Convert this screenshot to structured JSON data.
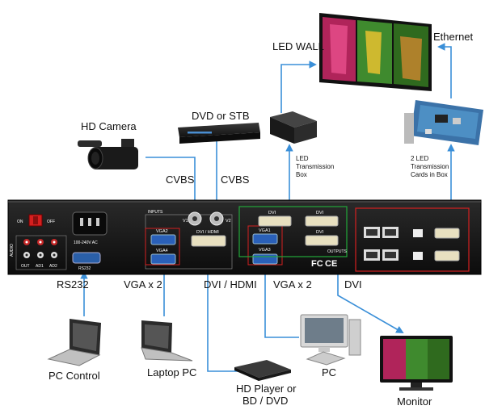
{
  "labels": {
    "led_wall": "LED WALL",
    "ethernet": "Ethernet",
    "dvd_stb": "DVD or STB",
    "hd_camera": "HD Camera",
    "cvbs_1": "CVBS",
    "cvbs_2": "CVBS",
    "led_tx_box": [
      "LED",
      "Transmission",
      "Box"
    ],
    "led_tx_cards": [
      "2 LED",
      "Transmission",
      "Cards in Box"
    ],
    "rs232": "RS232",
    "vga_x2_left": "VGA x 2",
    "dvi_hdmi": "DVI / HDMI",
    "vga_x2_right": "VGA x 2",
    "dvi": "DVI",
    "pc_control": "PC Control",
    "laptop_pc": "Laptop PC",
    "pc": "PC",
    "hd_player": [
      "HD Player or",
      "BD / DVD"
    ],
    "monitor": "Monitor"
  },
  "panel": {
    "on": "ON",
    "off": "OFF",
    "power": "100-240V AC",
    "audio": "AUDIO",
    "out": "OUT",
    "ad1": "AD1",
    "ad2": "AD2",
    "rs232": "RS232",
    "inputs": "INPUTS",
    "v1": "V1",
    "v2": "V2",
    "dvi_hdmi_port": "DVI / HDMI",
    "vga1": "VGA1",
    "vga2": "VGA2",
    "vga3": "VGA3",
    "vga4": "VGA4",
    "dvi_out_1": "DVI",
    "dvi_out_2": "DVI",
    "dvi_out_3": "DVI",
    "outputs": "OUTPUTS",
    "fc": "FC",
    "ce": "CE"
  },
  "colors": {
    "arrow": "#3a8fd8",
    "panel": "#141414",
    "red_frame": "#d42020",
    "green_frame": "#22a83a",
    "port_blue": "#2a60b8"
  }
}
